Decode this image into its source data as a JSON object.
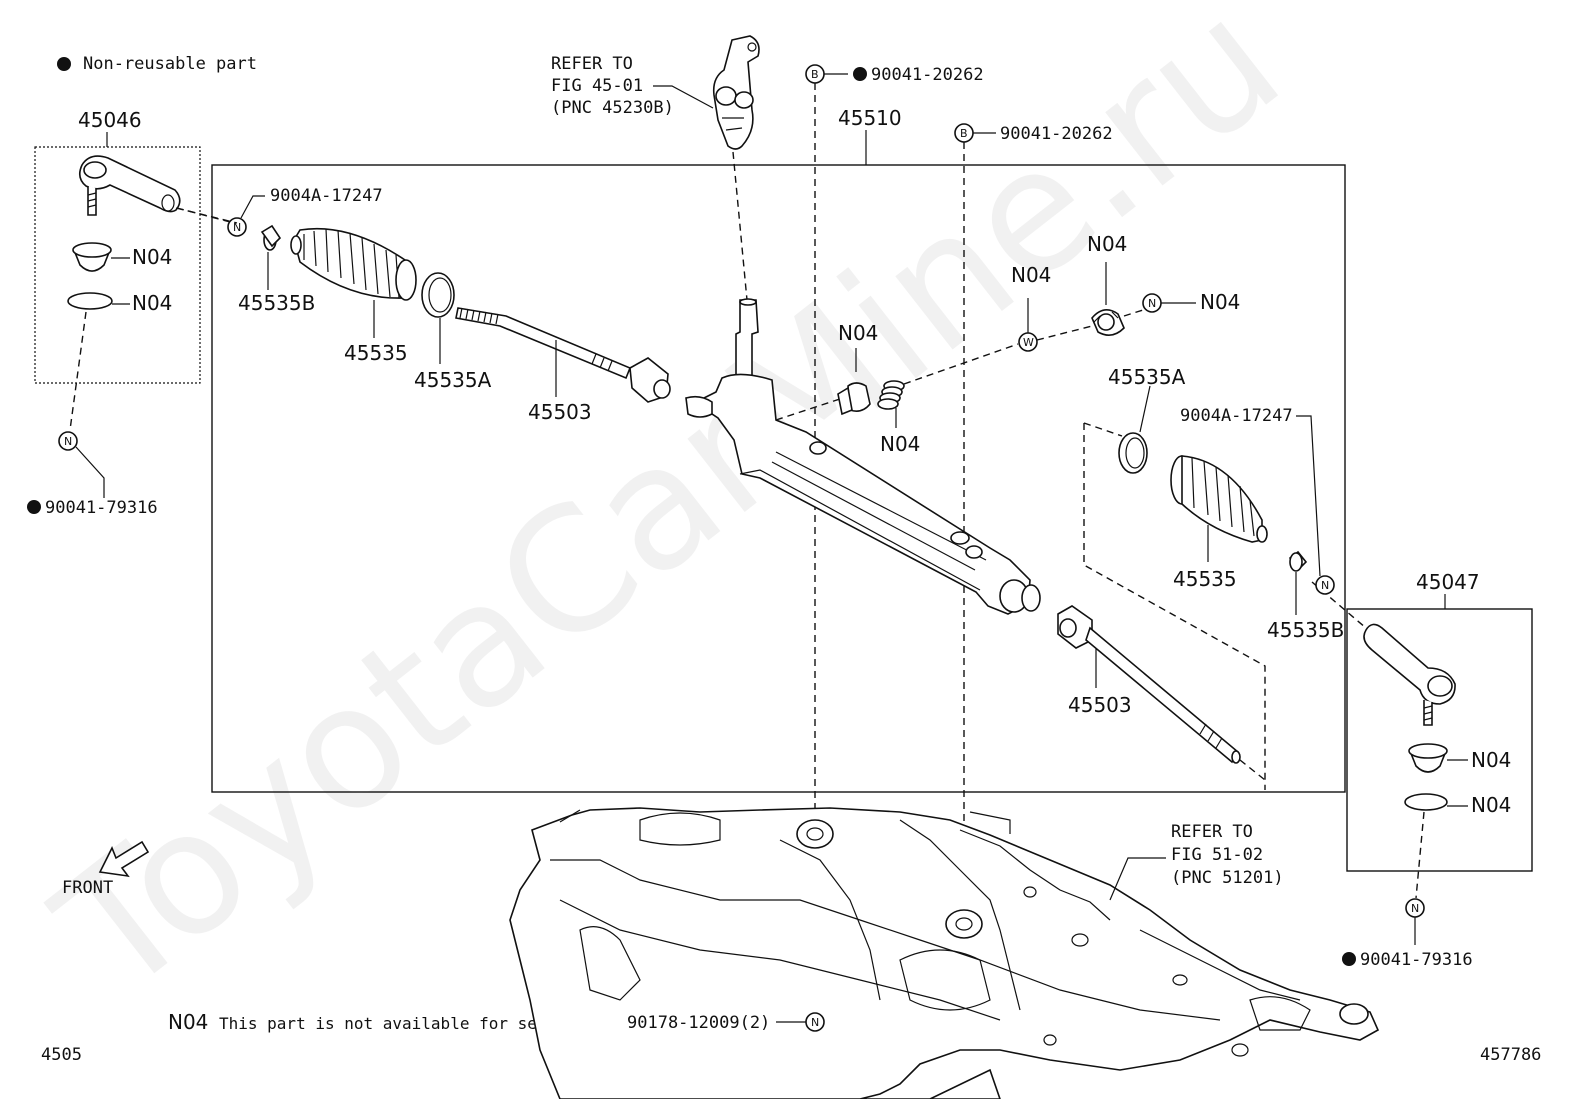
{
  "legend": {
    "nonreusable_text": "Non-reusable part",
    "n04_code": "N04",
    "n04_text": "This part is not available for service."
  },
  "labels": {
    "assy_left_tie_rod_end": "45046",
    "assy_right_tie_rod_end": "45047",
    "rack_assy": "45510",
    "refer_45_line1": "REFER TO",
    "refer_45_line2": "FIG 45-01",
    "refer_45_line3": "(PNC 45230B)",
    "refer_51_line1": "REFER TO",
    "refer_51_line2": "FIG 51-02",
    "refer_51_line3": "(PNC 51201)",
    "bolt_top_1": "90041-20262",
    "bolt_top_2": "90041-20262",
    "clip_left": "9004A-17247",
    "clip_right": "9004A-17247",
    "clamp_small_left": "45535B",
    "boot_left": "45535",
    "clamp_big_left": "45535A",
    "inner_rod_left": "45503",
    "clamp_big_right": "45535A",
    "boot_right": "45535",
    "clamp_small_right": "45535B",
    "inner_rod_right": "45503",
    "nut_left": "90041-79316",
    "nut_right": "90041-79316",
    "bolt_bottom": "90178-12009(2)",
    "n04_boot_l": "N04",
    "n04_ring_l": "N04",
    "n04_guide": "N04",
    "n04_spring": "N04",
    "n04_w": "N04",
    "n04_cap": "N04",
    "n04_nut": "N04",
    "n04_boot_r": "N04",
    "n04_ring_r": "N04",
    "front": "FRONT",
    "circle_n": "N",
    "circle_b": "B",
    "circle_w": "W",
    "code_left": "4505",
    "code_right": "457786"
  },
  "watermark": "ToyotaCarMine.ru"
}
